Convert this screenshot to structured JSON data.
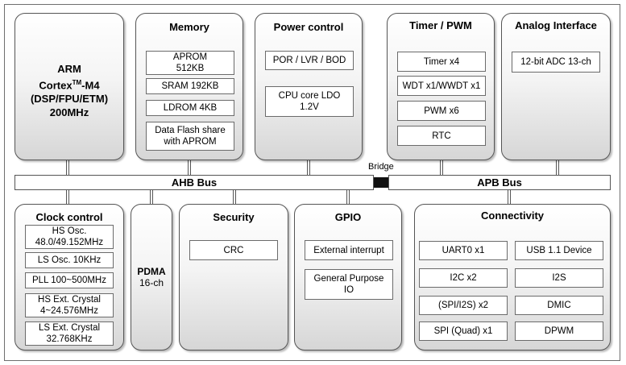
{
  "cpu": {
    "line1": "ARM",
    "line2_a": "Cortex",
    "line2_sup": "TM",
    "line2_b": "-M4",
    "line3": "(DSP/FPU/ETM)",
    "line4": "200MHz"
  },
  "memory": {
    "title": "Memory",
    "aprom_1": "APROM",
    "aprom_2": "512KB",
    "sram": "SRAM 192KB",
    "ldrom": "LDROM 4KB",
    "dataflash_1": "Data Flash share",
    "dataflash_2": "with APROM"
  },
  "power": {
    "title": "Power control",
    "por": "POR / LVR / BOD",
    "ldo_1": "CPU core LDO",
    "ldo_2": "1.2V"
  },
  "timer": {
    "title": "Timer / PWM",
    "items": [
      "Timer x4",
      "WDT x1/WWDT x1",
      "PWM x6",
      "RTC"
    ]
  },
  "analog": {
    "title": "Analog Interface",
    "adc": "12-bit ADC 13-ch"
  },
  "buses": {
    "ahb": "AHB Bus",
    "apb": "APB Bus",
    "bridge": "Bridge"
  },
  "clock": {
    "title": "Clock control",
    "hs_osc_1": "HS Osc.",
    "hs_osc_2": "48.0/49.152MHz",
    "ls_osc": "LS Osc. 10KHz",
    "pll": "PLL 100~500MHz",
    "hs_ext_1": "HS Ext. Crystal",
    "hs_ext_2": "4~24.576MHz",
    "ls_ext_1": "LS Ext. Crystal",
    "ls_ext_2": "32.768KHz"
  },
  "pdma": {
    "line1": "PDMA",
    "line2": "16-ch"
  },
  "security": {
    "title": "Security",
    "crc": "CRC"
  },
  "gpio": {
    "title": "GPIO",
    "ext_int": "External interrupt",
    "gp_1": "General Purpose",
    "gp_2": "IO"
  },
  "connectivity": {
    "title": "Connectivity",
    "left": [
      "UART0 x1",
      "I2C x2",
      "(SPI/I2S) x2",
      "SPI (Quad) x1"
    ],
    "right": [
      "USB 1.1 Device",
      "I2S",
      "DMIC",
      "DPWM"
    ]
  }
}
